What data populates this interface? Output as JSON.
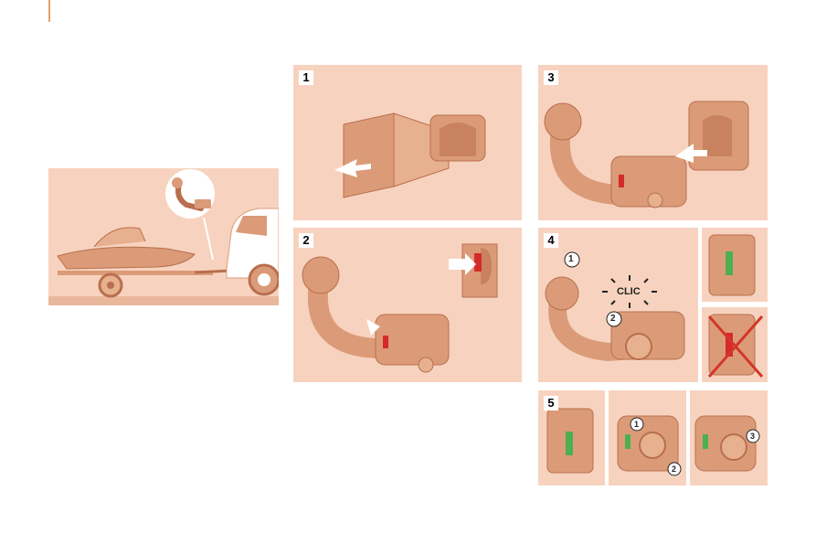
{
  "steps": [
    {
      "number": "1"
    },
    {
      "number": "2"
    },
    {
      "number": "3"
    },
    {
      "number": "4",
      "callouts": [
        "1",
        "2"
      ],
      "sound_text": "CLIC"
    },
    {
      "number": "5",
      "callouts": [
        "1",
        "2",
        "3"
      ]
    }
  ],
  "colors": {
    "panel_bg": "#f7d3bf",
    "part_fill": "#dc9b78",
    "part_shadow": "#b86f4e",
    "indicator_red": "#d42a2a",
    "indicator_green": "#4caf50",
    "forbidden_cross": "#d3362a"
  },
  "icons": [
    "trailer-scene-image",
    "arrow-icon",
    "forbidden-cross-icon",
    "clic-burst-icon"
  ]
}
